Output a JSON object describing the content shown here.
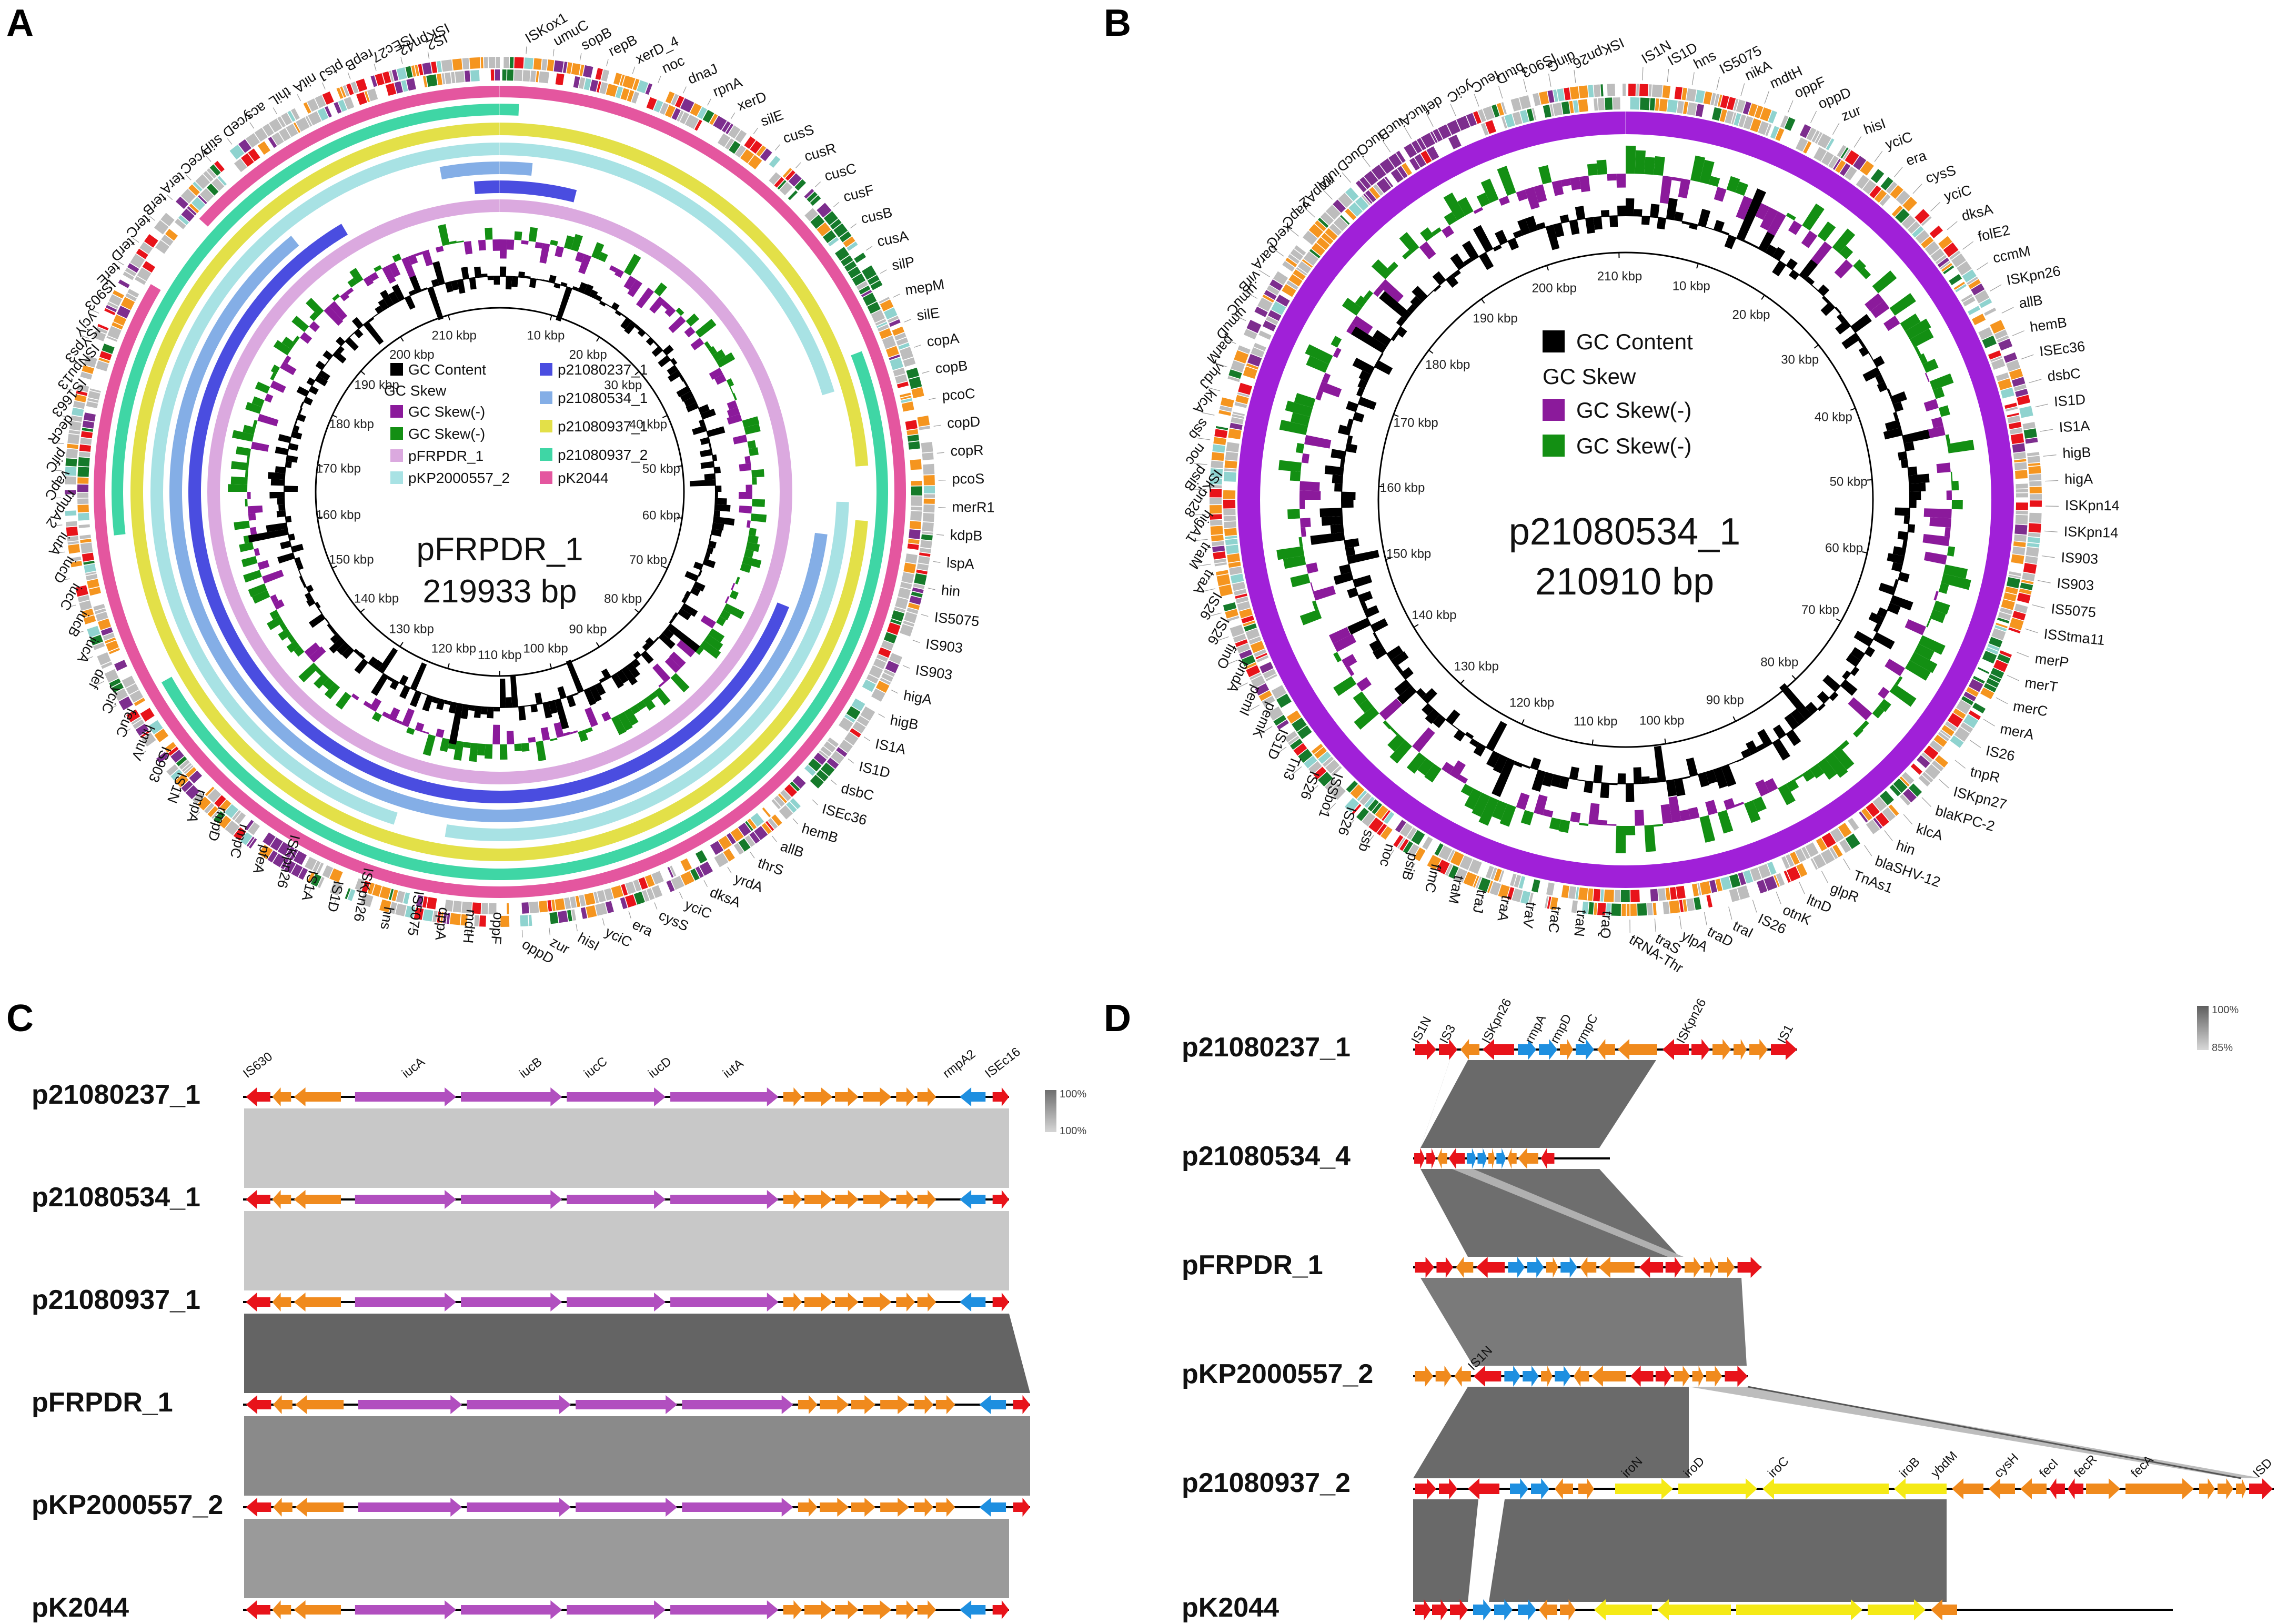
{
  "colors": {
    "gc_content": "#000000",
    "skew_neg": "#8b1a9b",
    "skew_pos": "#138f13",
    "p21080237_1": "#4a4de0",
    "p21080534_1": "#84aee6",
    "p21080937_1": "#e3e048",
    "pFRPDR_1": "#dba9df",
    "p21080937_2": "#3fd6a5",
    "pKP2000557_2": "#a8e2e4",
    "pK2044": "#e4569f",
    "ring_B": "#a020d8",
    "gene_grey": "#bdbdbd",
    "gene_orange": "#f5951f",
    "gene_red": "#e8131a",
    "gene_green": "#157a2a",
    "gene_purple": "#7d2e8e",
    "gene_cyan": "#8fd3cf",
    "arrow_red": "#e8131a",
    "arrow_orange": "#f08a1d",
    "arrow_purple": "#b14fbf",
    "arrow_blue": "#1e8fe0",
    "arrow_yellow": "#f5ea16",
    "block_light": "#c8c8c8",
    "block_dark": "#6a6a6a"
  },
  "panel_letters": [
    "A",
    "B",
    "C",
    "D"
  ],
  "panelA": {
    "center_title": "pFRPDR_1",
    "center_size": "219933 bp",
    "legend": {
      "items_left": [
        {
          "label": "GC Content",
          "color": "#000000"
        },
        {
          "label": "GC Skew",
          "color": null
        },
        {
          "label": "GC Skew(-)",
          "color": "#8b1a9b"
        },
        {
          "label": "GC Skew(-)",
          "color": "#138f13"
        },
        {
          "label": "pFRPDR_1",
          "color": "#dba9df"
        },
        {
          "label": "pKP2000557_2",
          "color": "#a8e2e4"
        }
      ],
      "items_right": [
        {
          "label": "p21080237_1",
          "color": "#4a4de0"
        },
        {
          "label": "p21080534_1",
          "color": "#84aee6"
        },
        {
          "label": "p21080937_1",
          "color": "#e3e048"
        },
        {
          "label": "p21080937_2",
          "color": "#3fd6a5"
        },
        {
          "label": "pK2044",
          "color": "#e4569f"
        }
      ]
    },
    "ticks": [
      "10 kbp",
      "20 kbp",
      "30 kbp",
      "40 kbp",
      "50 kbp",
      "60 kbp",
      "70 kbp",
      "80 kbp",
      "90 kbp",
      "100 kbp",
      "110 kbp",
      "120 kbp",
      "130 kbp",
      "140 kbp",
      "150 kbp",
      "160 kbp",
      "170 kbp",
      "180 kbp",
      "190 kbp",
      "200 kbp",
      "210 kbp"
    ],
    "genes": [
      "ISKox1",
      "umuC",
      "sopB",
      "repB",
      "xerD_4",
      "noc",
      "dnaJ",
      "rpnA",
      "xerD",
      "silE",
      "cusS",
      "cusR",
      "cusC",
      "cusF",
      "cusB",
      "cusA",
      "silP",
      "mepM",
      "silE",
      "copA",
      "copB",
      "pcoC",
      "copD",
      "copR",
      "pcoS",
      "merR1",
      "kdpB",
      "lspA",
      "hin",
      "IS5075",
      "IS903",
      "IS903",
      "higA",
      "higB",
      "IS1A",
      "IS1D",
      "dsbC",
      "ISEc36",
      "hemB",
      "allB",
      "thrS",
      "yrdA",
      "dksA",
      "yciC",
      "cysS",
      "era",
      "yciC",
      "hisI",
      "zur",
      "oppD",
      "oppF",
      "mdtH",
      "dppA",
      "IS5075",
      "hns",
      "ISKpn26",
      "IS1D",
      "IS1A",
      "ISKpn26",
      "pfeA",
      "rmpC",
      "rmpD",
      "rmpA",
      "IS1N",
      "IS903",
      "hmuV",
      "feuC",
      "yciC",
      "def",
      "iucA",
      "iucB",
      "iucC",
      "iucD",
      "iutA",
      "rmpA2",
      "vapC",
      "pifC",
      "decR",
      "IS1663",
      "ISNpu13",
      "ISYps3",
      "ycjY",
      "IS903",
      "terE",
      "terD",
      "terC",
      "terB",
      "terA",
      "yceC",
      "stiP",
      "yceD",
      "acs",
      "thiL",
      "nitA",
      "ptsJ",
      "repB",
      "ISEc27",
      "ISKpn42",
      "IS2"
    ]
  },
  "panelB": {
    "center_title": "p21080534_1",
    "center_size": "210910 bp",
    "legend": [
      {
        "label": "GC Content",
        "color": "#000000"
      },
      {
        "label": "GC Skew",
        "color": null
      },
      {
        "label": "GC Skew(-)",
        "color": "#8b1a9b"
      },
      {
        "label": "GC Skew(-)",
        "color": "#138f13"
      }
    ],
    "ticks": [
      "10 kbp",
      "20 kbp",
      "30 kbp",
      "40 kbp",
      "50 kbp",
      "60 kbp",
      "70 kbp",
      "80 kbp",
      "90 kbp",
      "100 kbp",
      "110 kbp",
      "120 kbp",
      "130 kbp",
      "140 kbp",
      "150 kbp",
      "160 kbp",
      "170 kbp",
      "180 kbp",
      "190 kbp",
      "200 kbp",
      "210 kbp"
    ],
    "genes": [
      "IS1N",
      "IS1D",
      "hns",
      "IS5075",
      "nikA",
      "mdtH",
      "oppF",
      "oppD",
      "zur",
      "hisI",
      "yciC",
      "era",
      "cysS",
      "yciC",
      "dksA",
      "folE2",
      "ccmM",
      "ISKpn26",
      "allB",
      "hemB",
      "ISEc36",
      "dsbC",
      "IS1D",
      "IS1A",
      "higB",
      "higA",
      "ISKpn14",
      "ISKpn14",
      "IS903",
      "IS903",
      "IS5075",
      "ISStma11",
      "merP",
      "merT",
      "merC",
      "merA",
      "IS26",
      "tnpR",
      "ISKpn27",
      "blaKPC-2",
      "klcA",
      "hin",
      "blaSHV-12",
      "TnAs1",
      "glpR",
      "ltnD",
      "otnK",
      "IS26",
      "traI",
      "traD",
      "ylpA",
      "traS",
      "tRNA-Thr",
      "traQ",
      "traN",
      "traC",
      "traV",
      "traA",
      "traJ",
      "traM",
      "flmC",
      "psiB",
      "noc",
      "ssb",
      "IS26",
      "ISSbo1",
      "IS26",
      "Tn3",
      "IS1D",
      "pemK",
      "pemI",
      "pndA",
      "finO",
      "IS26",
      "IS26",
      "traA",
      "traM",
      "higA1",
      "ISKpn28",
      "psiB",
      "noc",
      "ssb",
      "klcA",
      "yhdJ",
      "parM",
      "umuD",
      "umuC",
      "virB",
      "parA",
      "xerC",
      "vapC",
      "rmpA2",
      "iutA",
      "iucD",
      "iucC",
      "iucB",
      "iucA",
      "def",
      "yciC",
      "feuC",
      "btuD",
      "IS903",
      "dinG",
      "ISKpn26"
    ]
  },
  "panelC": {
    "tracks": [
      "p21080237_1",
      "p21080534_1",
      "p21080937_1",
      "pFRPDR_1",
      "pKP2000557_2",
      "pK2044"
    ],
    "labels": [
      "IS630",
      "iucA",
      "iucB",
      "iucC",
      "iucD",
      "iutA",
      "rmpA2",
      "ISEc16"
    ],
    "scale": [
      "100%",
      "100%"
    ]
  },
  "panelD": {
    "tracks": [
      "p21080237_1",
      "p21080534_4",
      "pFRPDR_1",
      "pKP2000557_2",
      "p21080937_2",
      "pK2044"
    ],
    "labels_top": [
      "IS1N",
      "IS3",
      "ISKpn26",
      "rmpA",
      "rmpD",
      "rmpC",
      "ISKpn26",
      "IS1"
    ],
    "labels_row4": [
      "IS1N"
    ],
    "labels_row5": [
      "iroN",
      "iroD",
      "iroC",
      "iroB",
      "ybdM",
      "cysH",
      "fecI",
      "fecR",
      "fecA",
      "ISD"
    ],
    "scale": [
      "100%",
      "85%"
    ]
  }
}
